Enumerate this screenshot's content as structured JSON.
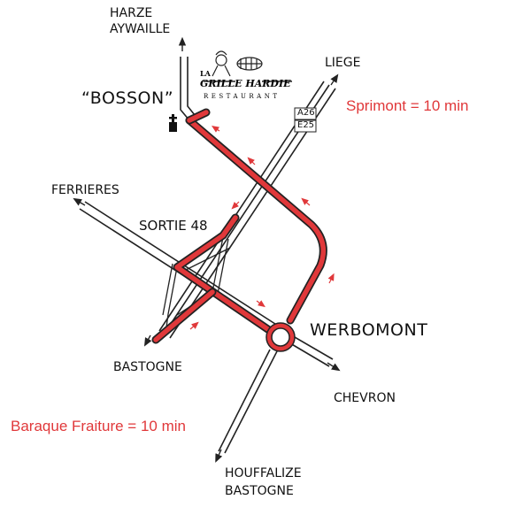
{
  "labels": {
    "harze": "HARZE",
    "aywaille": "AYWAILLE",
    "bosson": "“BOSSON”",
    "liege": "LIEGE",
    "ferrieres": "FERRIERES",
    "sortie": "SORTIE 48",
    "bastogne": "BASTOGNE",
    "werbomont": "WERBOMONT",
    "chevron": "CHEVRON",
    "houffalize": "HOUFFALIZE",
    "bastogne2": "BASTOGNE"
  },
  "highway": {
    "a": "A26",
    "e": "E25"
  },
  "times": {
    "sprimont": "Sprimont = 10 min",
    "baraque": "Baraque Fraiture = 10 min"
  },
  "logo": {
    "la": "LA",
    "name": "GRILLE HARDIE",
    "sub": "RESTAURANT"
  },
  "icons": {
    "church": "church-cross-icon",
    "logo": "chef-pig-grill-icon",
    "roundabout": "roundabout-icon"
  },
  "colors": {
    "route": "#e0383a",
    "road": "#222222",
    "text_red": "#e0383a"
  }
}
